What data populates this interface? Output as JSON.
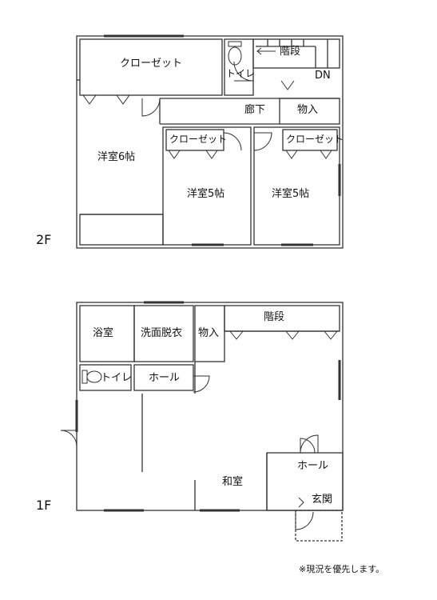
{
  "floors": {
    "second": {
      "label": "2F",
      "rooms": {
        "closet_main": "クローゼット",
        "toilet": "トイレ",
        "stairs": "階段",
        "down": "DN",
        "hallway": "廊下",
        "storage": "物入",
        "western_6": "洋室6帖",
        "closet_mid": "クローゼット",
        "western_5_mid": "洋室5帖",
        "closet_right": "クローゼット",
        "western_5_right": "洋室5帖"
      }
    },
    "first": {
      "label": "1F",
      "rooms": {
        "bath": "浴室",
        "washroom": "洗面脱衣",
        "storage": "物入",
        "stairs": "階段",
        "toilet": "トイレ",
        "hall_small": "ホール",
        "japanese_room": "和室",
        "hall_entry": "ホール",
        "entrance": "玄関"
      }
    }
  },
  "note": "※現況を優先します。",
  "colors": {
    "line": "#333333",
    "background": "#ffffff"
  },
  "icons": [
    "toilet-icon",
    "arrow-left-icon",
    "door-swing-icon"
  ]
}
